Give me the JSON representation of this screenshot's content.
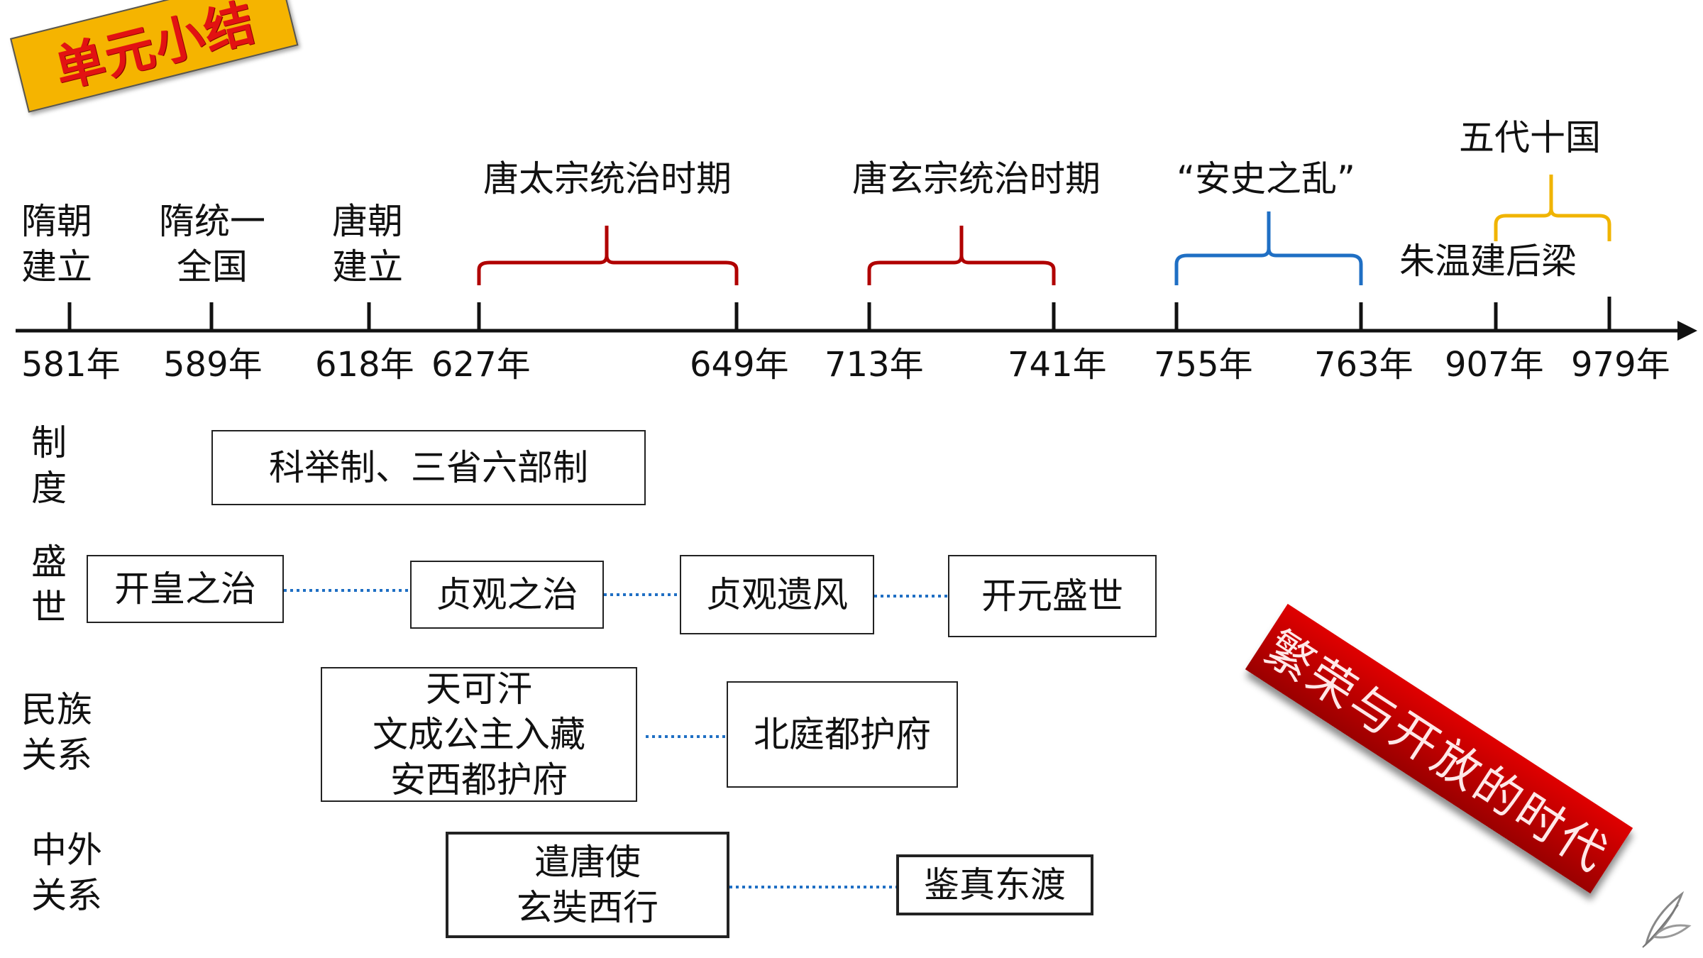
{
  "title": "单元小结",
  "events": [
    {
      "year": "581年",
      "label_line1": "隋朝",
      "label_line2": "建立"
    },
    {
      "year": "589年",
      "label_line1": "隋统一",
      "label_line2": "全国"
    },
    {
      "year": "618年",
      "label_line1": "唐朝",
      "label_line2": "建立"
    },
    {
      "year": "627年"
    },
    {
      "year": "649年"
    },
    {
      "year": "713年"
    },
    {
      "year": "741年"
    },
    {
      "year": "755年"
    },
    {
      "year": "763年"
    },
    {
      "year": "907年",
      "label_line1": "朱温建后梁"
    },
    {
      "year": "979年"
    }
  ],
  "periods": [
    {
      "label": "唐太宗统治时期",
      "color": "#b00000"
    },
    {
      "label": "唐玄宗统治时期",
      "color": "#b00000"
    },
    {
      "label": "“安史之乱”",
      "color": "#1f6fc4"
    },
    {
      "label": "五代十国",
      "color": "#f0b400"
    }
  ],
  "categories": {
    "system": {
      "line1": "制",
      "line2": "度"
    },
    "prosperity": {
      "line1": "盛",
      "line2": "世"
    },
    "ethnic": {
      "line1": "民族",
      "line2": "关系"
    },
    "foreign": {
      "line1": "中外",
      "line2": "关系"
    }
  },
  "boxes": {
    "system": "科举制、三省六部制",
    "prosperity": [
      "开皇之治",
      "贞观之治",
      "贞观遗风",
      "开元盛世"
    ],
    "ethnic_a": [
      "天可汗",
      "文成公主入藏",
      "安西都护府"
    ],
    "ethnic_b": "北庭都护府",
    "foreign_a": [
      "遣唐使",
      "玄奘西行"
    ],
    "foreign_b": "鉴真东渡"
  },
  "stamp": "繁荣与开放的时代",
  "connector_color": "#1f6fc4"
}
